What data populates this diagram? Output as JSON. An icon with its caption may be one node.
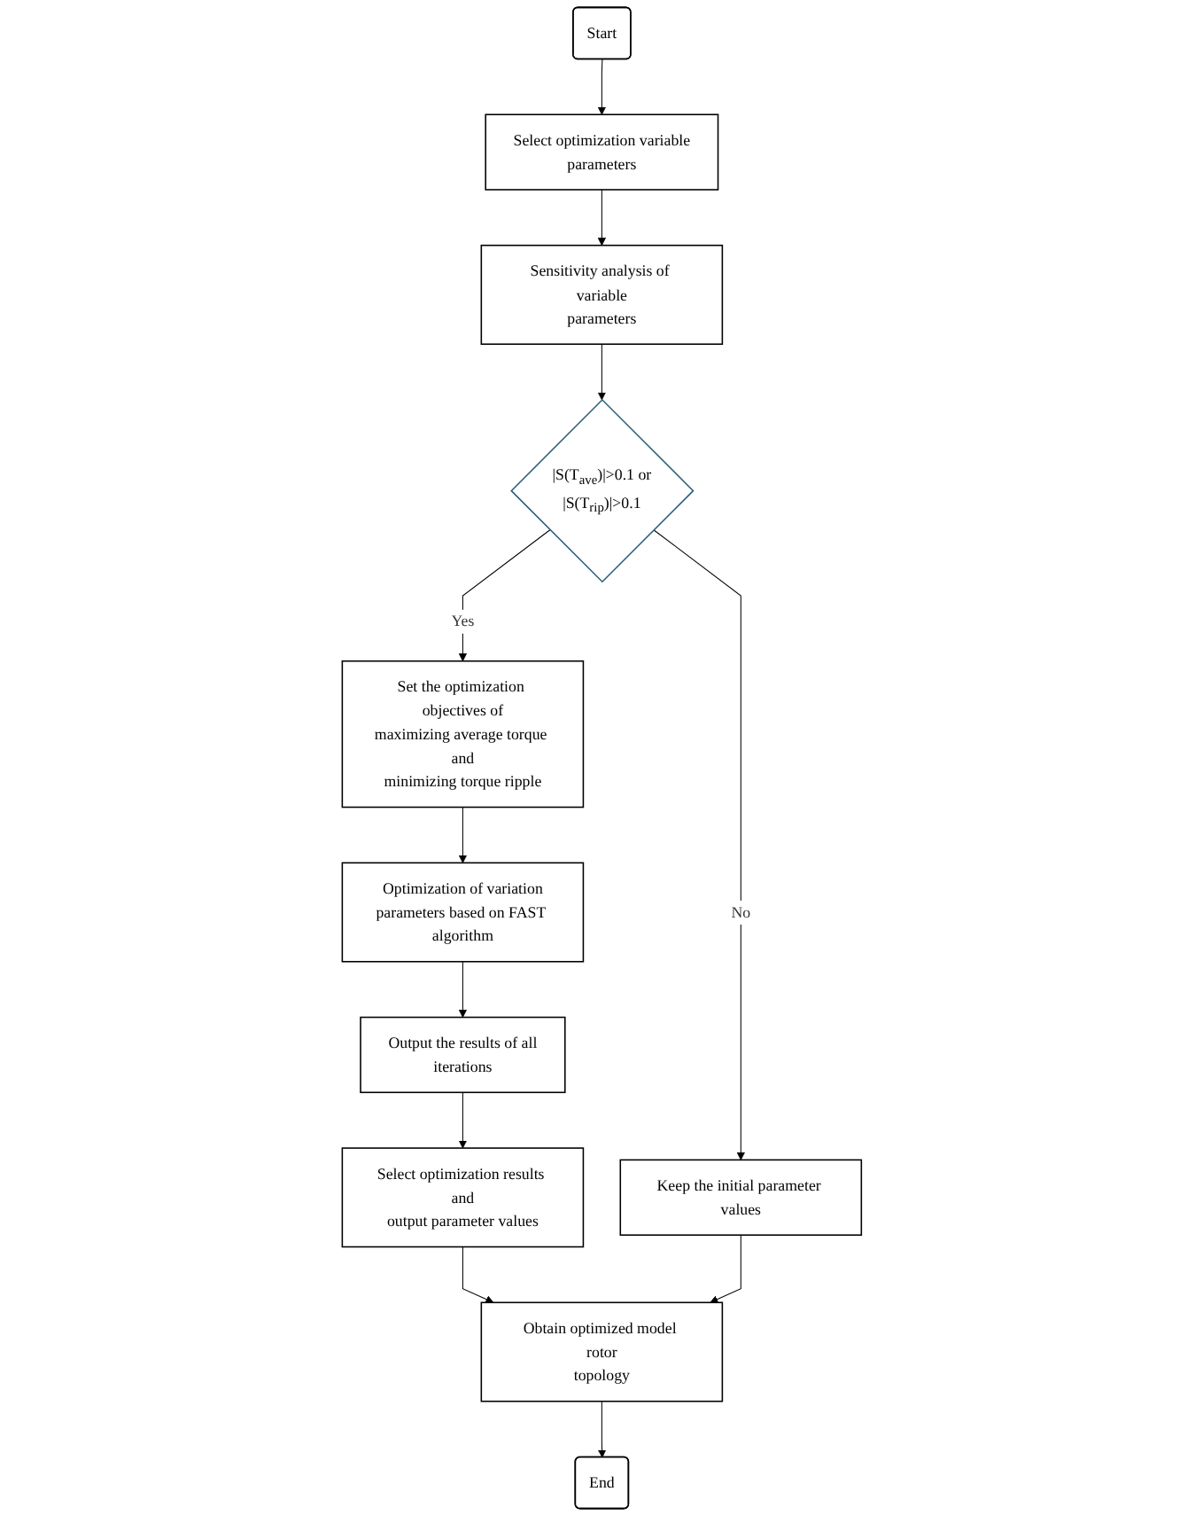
{
  "diagram": {
    "nodes": [
      {
        "text": [
          "Start"
        ]
      },
      {
        "text": [
          "Select optimization variable parameters"
        ]
      },
      {
        "text": [
          "Sensitivity analysis of variable parameters"
        ]
      },
      {
        "text": [
          "|S(T$_{ave}$)|>0.1 or |S(T$_{rip}$)|>0.1"
        ]
      },
      {
        "text": [
          "Set the optimization objectives of maximizing average torque and minimizing torque ripple"
        ]
      },
      {
        "text": [
          "Optimization of variation parameters based on FAST algorithm"
        ]
      },
      {
        "text": [
          "Keep the initial parameter values"
        ]
      },
      {
        "text": [
          "Output the results of all iterations"
        ]
      },
      {
        "text": [
          "Select optimization results and output parameter values"
        ]
      },
      {
        "text": [
          "Obtain optimized model rotor topology"
        ]
      },
      {
        "text": [
          "End"
        ]
      }
    ],
    "edges": [
      {
        "from": 0,
        "to": 1,
        "arrow": "to"
      },
      {
        "from": 1,
        "to": 2,
        "arrow": "to"
      },
      {
        "from": 2,
        "to": 3,
        "arrow": "to"
      },
      {
        "from": 3,
        "to": 4,
        "arrow": "to",
        "label": "Yes"
      },
      {
        "from": 3,
        "to": 6,
        "arrow": "to",
        "label": "No"
      },
      {
        "from": 4,
        "to": 5,
        "arrow": "to"
      },
      {
        "from": 5,
        "to": 7,
        "arrow": "to"
      },
      {
        "from": 7,
        "to": 8,
        "arrow": "to"
      },
      {
        "from": 8,
        "to": 9,
        "arrow": "to"
      },
      {
        "from": 6,
        "to": 9,
        "arrow": "to"
      },
      {
        "from": 9,
        "to": 10,
        "arrow": "to"
      }
    ]
  }
}
